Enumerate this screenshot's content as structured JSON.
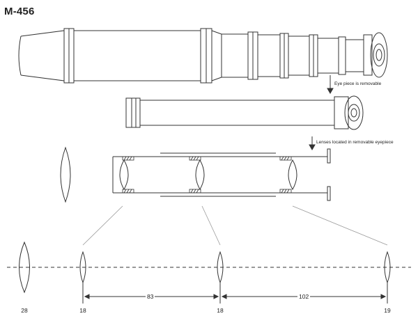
{
  "title": "M-456",
  "notes": {
    "eyepiece_removable": "Eye piece is removable",
    "lenses_located": "Lenses located in removable eyepiece"
  },
  "lens_labels": [
    "28",
    "18",
    "18",
    "19"
  ],
  "dimensions": {
    "first_spacing": "83",
    "second_spacing": "102"
  }
}
